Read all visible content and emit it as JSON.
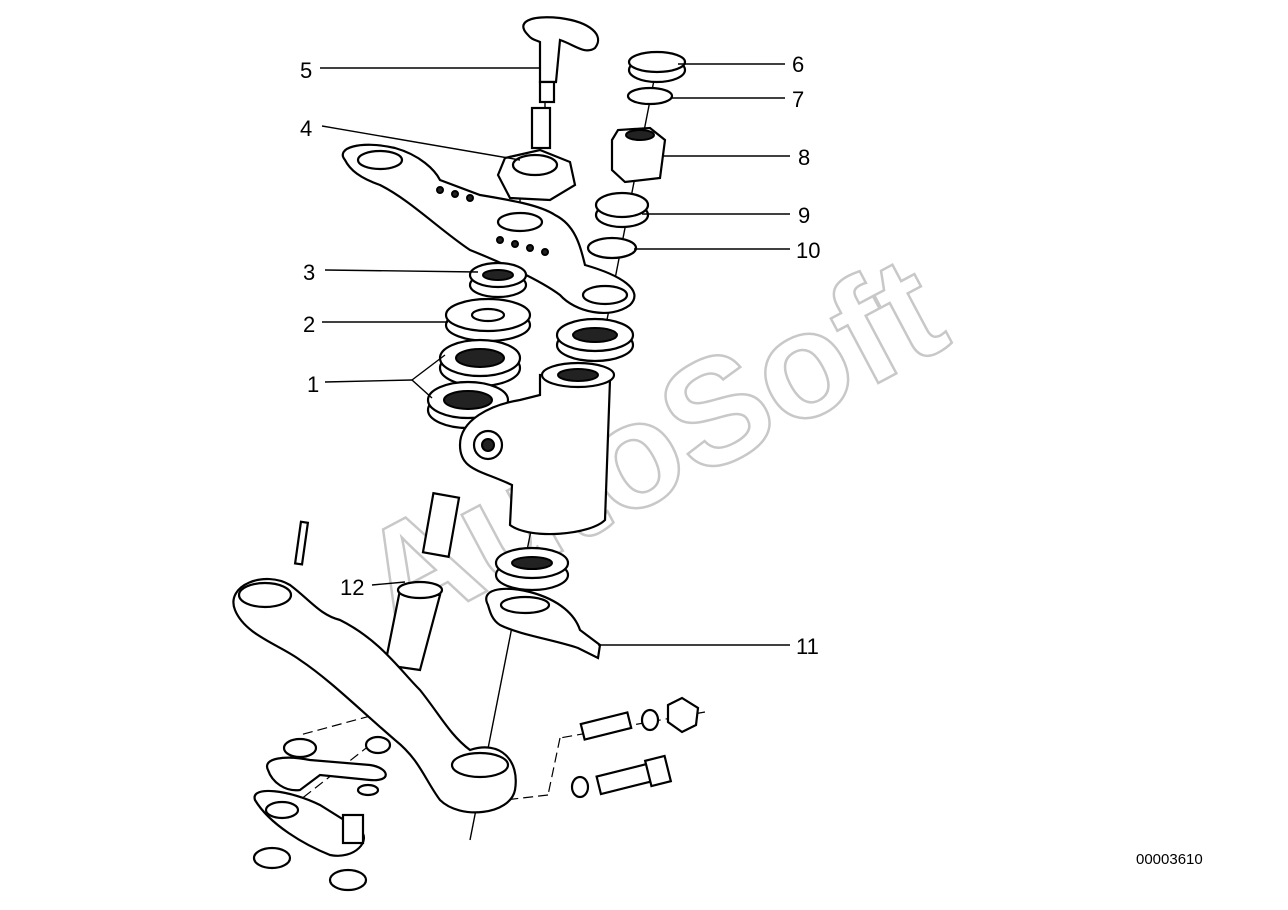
{
  "diagram": {
    "labels": [
      {
        "id": "1",
        "text": "1"
      },
      {
        "id": "2",
        "text": "2"
      },
      {
        "id": "3",
        "text": "3"
      },
      {
        "id": "4",
        "text": "4"
      },
      {
        "id": "5",
        "text": "5"
      },
      {
        "id": "6",
        "text": "6"
      },
      {
        "id": "7",
        "text": "7"
      },
      {
        "id": "8",
        "text": "8"
      },
      {
        "id": "9",
        "text": "9"
      },
      {
        "id": "10",
        "text": "10"
      },
      {
        "id": "11",
        "text": "11"
      },
      {
        "id": "12",
        "text": "12"
      }
    ],
    "watermark": "AutoSoft",
    "diagram_code": "00003610"
  }
}
